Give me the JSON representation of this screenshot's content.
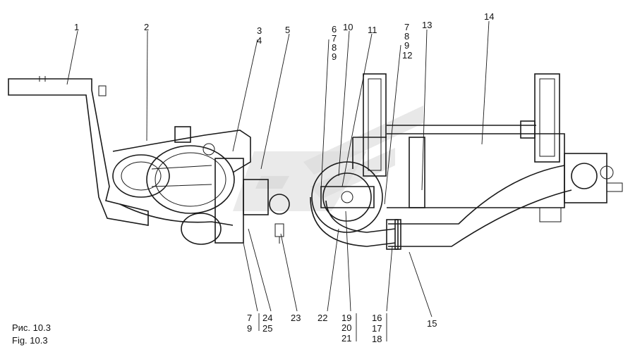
{
  "caption": {
    "ru": "Рис. 10.3",
    "en": "Fig. 10.3"
  },
  "callouts": {
    "c1": "1",
    "c2": "2",
    "c3": "3",
    "c4": "4",
    "c5": "5",
    "c6": "6",
    "c7a": "7",
    "c8a": "8",
    "c9a": "9",
    "c10": "10",
    "c11": "11",
    "c7b": "7",
    "c8b": "8",
    "c9b": "9",
    "c12": "12",
    "c13": "13",
    "c14": "14",
    "c15": "15",
    "c16": "16",
    "c17": "17",
    "c18": "18",
    "c19": "19",
    "c20": "20",
    "c21": "21",
    "c22": "22",
    "c23": "23",
    "c24": "24",
    "c25": "25",
    "c7c": "7",
    "c9c": "9"
  }
}
